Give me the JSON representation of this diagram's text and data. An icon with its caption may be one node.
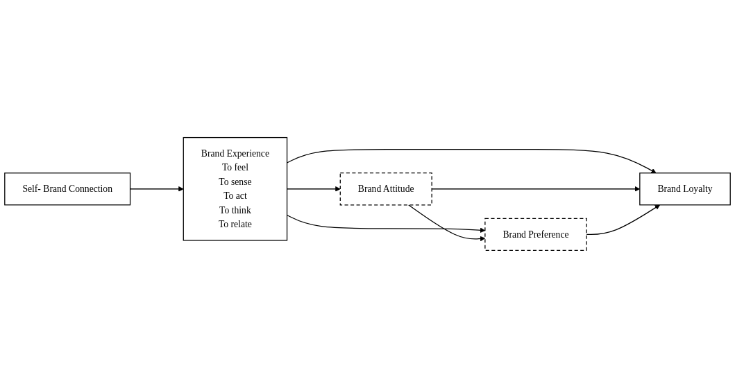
{
  "diagram": {
    "nodes": [
      {
        "text": [
          "Self- Brand Connection"
        ]
      },
      {
        "text": [
          "Brand Experience",
          "To feel",
          "To sense",
          "To act",
          "To think",
          "To relate"
        ]
      },
      {
        "text": [
          "Brand Attitude"
        ]
      },
      {
        "text": [
          "Brand Preference"
        ]
      },
      {
        "text": [
          "Brand Loyalty"
        ]
      }
    ],
    "edges": [
      {
        "from": 0,
        "to": 1,
        "arrow": "to"
      },
      {
        "from": 1,
        "to": 2,
        "arrow": "to"
      },
      {
        "from": 1,
        "to": 4,
        "arrow": "to"
      },
      {
        "from": 1,
        "to": 3,
        "arrow": "to"
      },
      {
        "from": 2,
        "to": 3,
        "arrow": "to"
      },
      {
        "from": 2,
        "to": 4,
        "arrow": "to"
      },
      {
        "from": 3,
        "to": 4,
        "arrow": "to"
      }
    ]
  }
}
